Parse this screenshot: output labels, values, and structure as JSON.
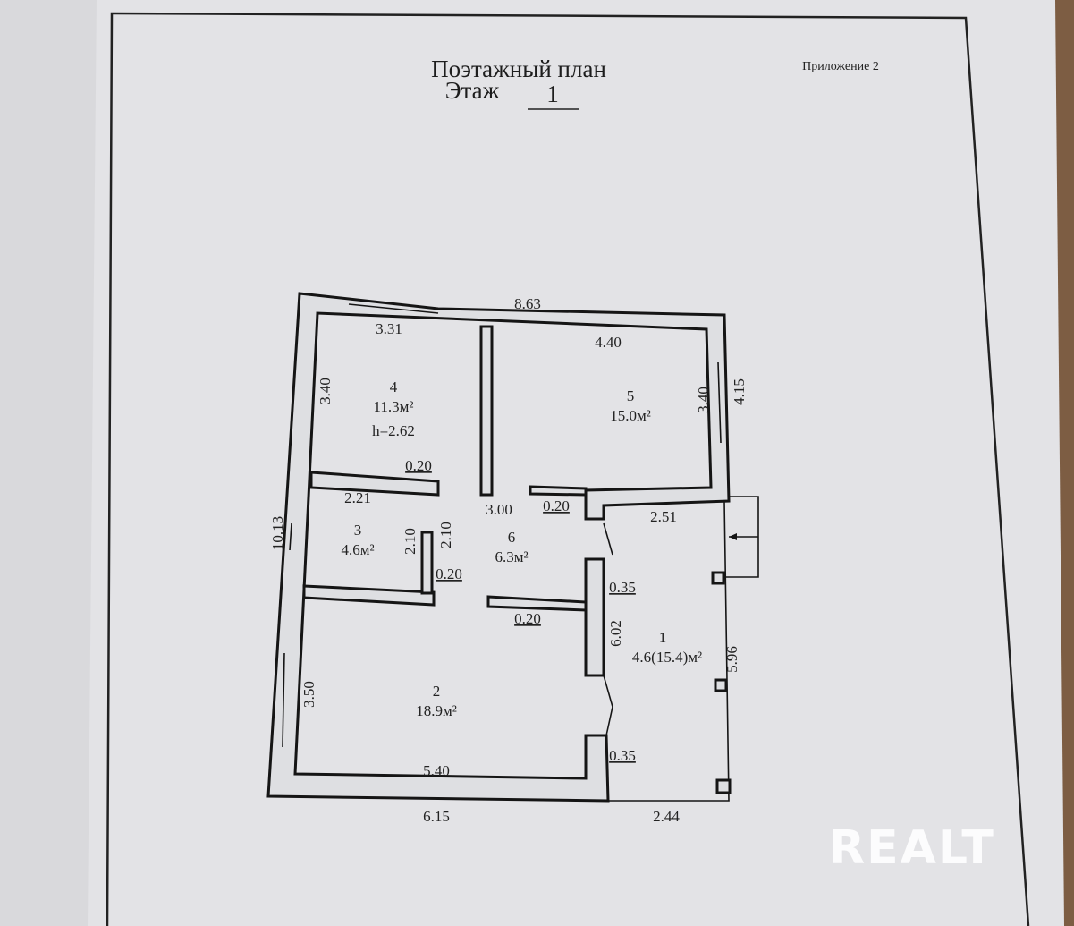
{
  "header": {
    "title": "Поэтажный план",
    "floor_label": "Этаж",
    "floor_number": "1",
    "appendix": "Приложение 2"
  },
  "rooms": [
    {
      "number": "1",
      "area": "4.6(15.4)м²"
    },
    {
      "number": "2",
      "area": "18.9м²"
    },
    {
      "number": "3",
      "area": "4.6м²"
    },
    {
      "number": "4",
      "area": "11.3м²",
      "height": "h=2.62"
    },
    {
      "number": "5",
      "area": "15.0м²"
    },
    {
      "number": "6",
      "area": "6.3м²"
    }
  ],
  "dimensions": {
    "top_total": "8.63",
    "room4_width": "3.31",
    "room5_width": "4.40",
    "room4_height": "3.40",
    "room5_height": "3.40",
    "right_upper": "4.15",
    "wall_r4_r3": "0.20",
    "room3_width": "2.21",
    "hall_width": "3.00",
    "wall_r5_hall": "0.20",
    "room1_width": "2.51",
    "left_total": "10.13",
    "room3_height_a": "2.10",
    "room3_height_b": "2.10",
    "wall_r3_hall": "0.20",
    "wall_r1_top": "0.35",
    "wall_hall_r2": "0.20",
    "room1_height": "6.02",
    "right_lower": "5.96",
    "room2_height": "3.50",
    "wall_r1_bottom": "0.35",
    "room2_width": "5.40",
    "bottom_left": "6.15",
    "bottom_right": "2.44"
  },
  "watermark": "REALT",
  "colors": {
    "paper": "#e2e2e5",
    "table": "#8a6a4e",
    "ink": "#151515"
  }
}
